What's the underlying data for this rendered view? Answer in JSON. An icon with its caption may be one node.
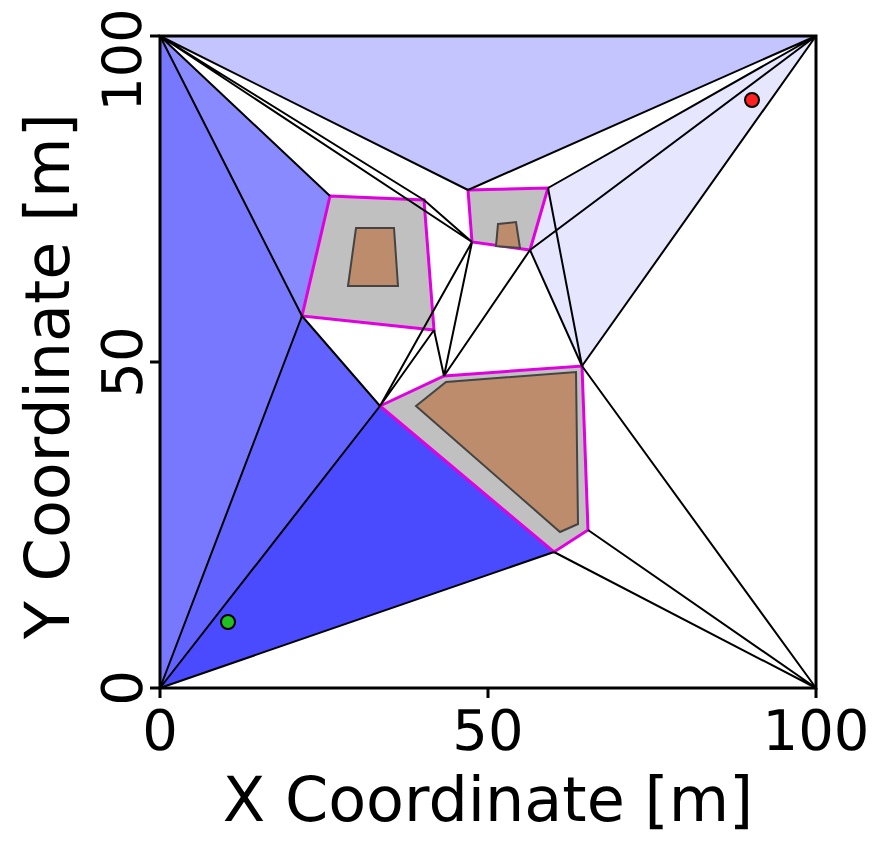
{
  "diagram": {
    "labels": [
      "100",
      "50",
      "0",
      "0",
      "50",
      "100",
      "Y Coordinate [m]",
      "X Coordinate [m]"
    ]
  }
}
